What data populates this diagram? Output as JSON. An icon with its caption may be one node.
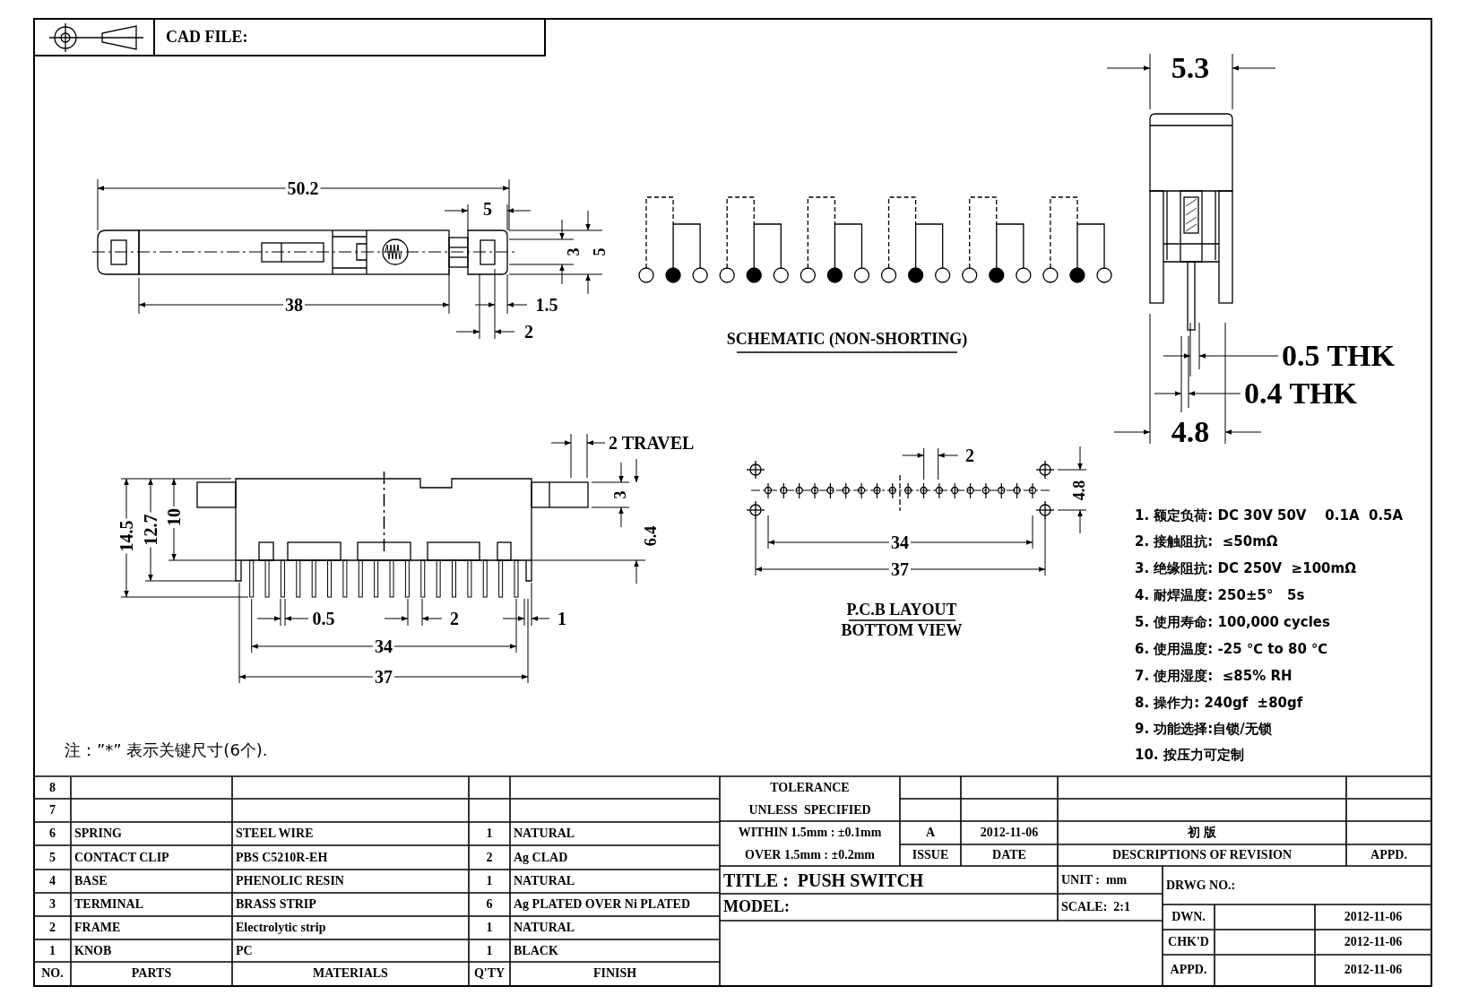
{
  "diagram": {
    "labels": [
      "CAD FILE:",
      "50.2",
      "5",
      "3",
      "5",
      "38",
      "1.5",
      "2",
      "SCHEMATIC (NON-SHORTING)",
      "5.3",
      "0.5 THK",
      "0.4 THK",
      "4.8",
      "2 TRAVEL",
      "3",
      "14.5",
      "12.7",
      "10",
      "6.4",
      "0.5",
      "2",
      "1",
      "34",
      "37",
      "2",
      "4.8",
      "34",
      "37",
      "P.C.B LAYOUT",
      "BOTTOM VIEW",
      "1. 额定负荷: DC 30V 50V    0.1A  0.5A",
      "2. 接触阻抗:  ≤50mΩ",
      "3. 绝缘阻抗: DC 250V  ≥100mΩ",
      "4. 耐焊温度: 250±5°   5s",
      "5. 使用寿命: 100,000 cycles",
      "6. 使用温度: -25 ℃ to 80 ℃",
      "7. 使用湿度:  ≤85% RH",
      "8. 操作力: 240gf  ±80gf",
      "9. 功能选择:自锁/无锁",
      "注：”*” 表示关键尺寸(6个).",
      "10. 按压力可定制",
      "8",
      "7",
      "6",
      "SPRING",
      "STEEL WIRE",
      "1",
      "NATURAL",
      "5",
      "CONTACT CLIP",
      "PBS C5210R-EH",
      "2",
      "Ag CLAD",
      "4",
      "BASE",
      "PHENOLIC RESIN",
      "1",
      "NATURAL",
      "3",
      "TERMINAL",
      "BRASS STRIP",
      "6",
      "Ag PLATED OVER Ni PLATED",
      "2",
      "FRAME",
      "Electrolytic strip",
      "1",
      "NATURAL",
      "1",
      "KNOB",
      "PC",
      "1",
      "BLACK",
      "NO.",
      "PARTS",
      "MATERIALS",
      "Q'TY",
      "FINISH",
      "TOLERANCE",
      "UNLESS  SPECIFIED",
      "WITHIN 1.5mm : ±0.1mm",
      "A",
      "2012-11-06",
      "初 版",
      "OVER 1.5mm : ±0.2mm",
      "ISSUE",
      "DATE",
      "DESCRIPTIONS OF REVISION",
      "APPD.",
      "TITLE :  PUSH SWITCH",
      "UNIT :  mm",
      "DRWG NO.:",
      "MODEL:",
      "SCALE:  2:1",
      "DWN.",
      "2012-11-06",
      "CHK'D",
      "2012-11-06",
      "APPD.",
      "2012-11-06"
    ]
  }
}
